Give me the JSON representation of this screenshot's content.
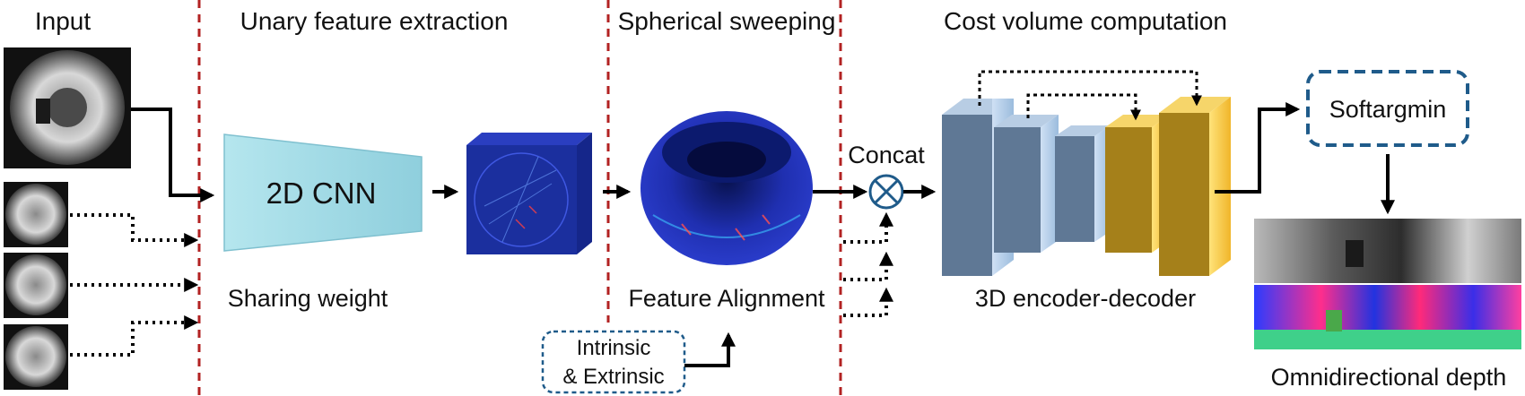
{
  "sections": {
    "input": "Input",
    "unary": "Unary feature extraction",
    "spherical": "Spherical sweeping",
    "cost": "Cost volume computation"
  },
  "labels": {
    "cnn": "2D CNN",
    "sharing": "Sharing weight",
    "alignment": "Feature Alignment",
    "intrinsic_line1": "Intrinsic",
    "intrinsic_line2": "& Extrinsic",
    "concat": "Concat",
    "encoder": "3D encoder-decoder",
    "softargmin": "Softargmin",
    "output": "Omnidirectional depth"
  },
  "colors": {
    "divider": "#b22222",
    "cnn_fill": "#9fd9e4",
    "feature_blue": "#1b2f9e",
    "block_blue": "#8aa7c6",
    "block_gold": "#d8a41c",
    "box_border": "#1f5b8a"
  }
}
